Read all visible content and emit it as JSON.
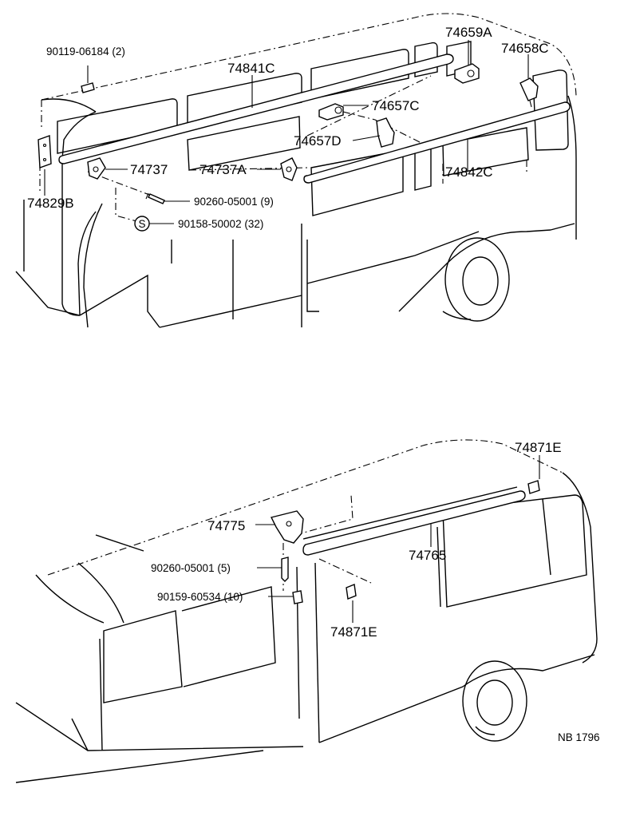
{
  "top_diagram": {
    "labels": {
      "bolt_90119": "90119-06184 (2)",
      "rail_74841C": "74841C",
      "cover_74659A": "74659A",
      "cover_74658C": "74658C",
      "cover_74657C": "74657C",
      "cover_74657D": "74657D",
      "support_74737": "74737",
      "support_74737A": "74737A",
      "rail_74842C": "74842C",
      "cover_74829B": "74829B",
      "screw_90260": "90260-05001 (9)",
      "screw_90158": "90158-50002 (32)",
      "s_marker": "S"
    }
  },
  "bottom_diagram": {
    "labels": {
      "cap_74871E_top": "74871E",
      "support_74775": "74775",
      "rail_74765": "74765",
      "screw_90260": "90260-05001 (5)",
      "screw_90159": "90159-60534 (10)",
      "cap_74871E_bottom": "74871E"
    }
  },
  "figure_id": "NB 1796"
}
